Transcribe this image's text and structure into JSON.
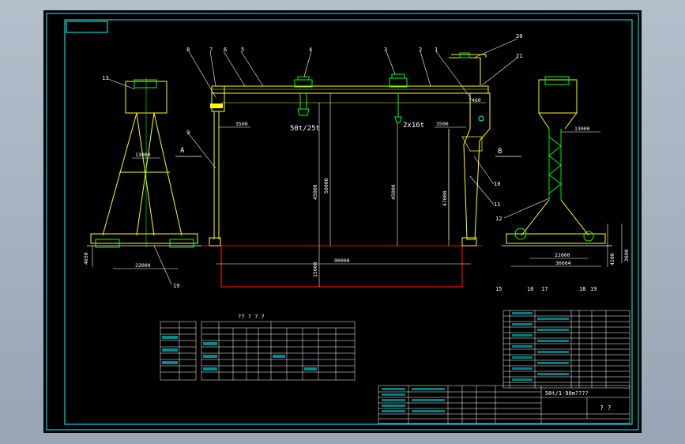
{
  "colors": {
    "background": "#000000",
    "frame": "#00ffff",
    "structure": "#ffff00",
    "dimension": "#ffffff",
    "rail": "#ff0000",
    "hoist": "#00ff00",
    "note": "#00ffff"
  },
  "labels": {
    "callouts": {
      "c1": "1",
      "c2": "2",
      "c3": "3",
      "c4": "4",
      "c5": "5",
      "c6": "6",
      "c7": "7",
      "c8": "8",
      "c9": "9",
      "c10": "10",
      "c11": "11",
      "c12": "12",
      "c13": "13",
      "c15": "15",
      "c16": "16",
      "c17": "17",
      "c18": "18",
      "c19": "19",
      "c19b": "19",
      "c20": "20",
      "c21": "21"
    },
    "section_a": "A",
    "section_b": "B",
    "hook_main": "50t/25t",
    "hook_aux": "2x16t"
  },
  "dims": {
    "d3500_left": "3500",
    "d3500_right": "3500",
    "d7460": "7460",
    "d45000": "45000",
    "d50000": "50000",
    "d45000b": "45000",
    "d47000": "47000",
    "d90000": "90000",
    "d15000": "15000",
    "d13000_left": "13000",
    "d22000_left": "22000",
    "d4650": "4650",
    "d13000_right": "13000",
    "d22000_right": "22000",
    "d36664": "36664",
    "d4200": "4200",
    "d2600": "2600"
  },
  "notes": {
    "title": "?? ? ? ?"
  },
  "title_block": {
    "drawing_name": "50t/1-90m????",
    "code": "? ?"
  }
}
